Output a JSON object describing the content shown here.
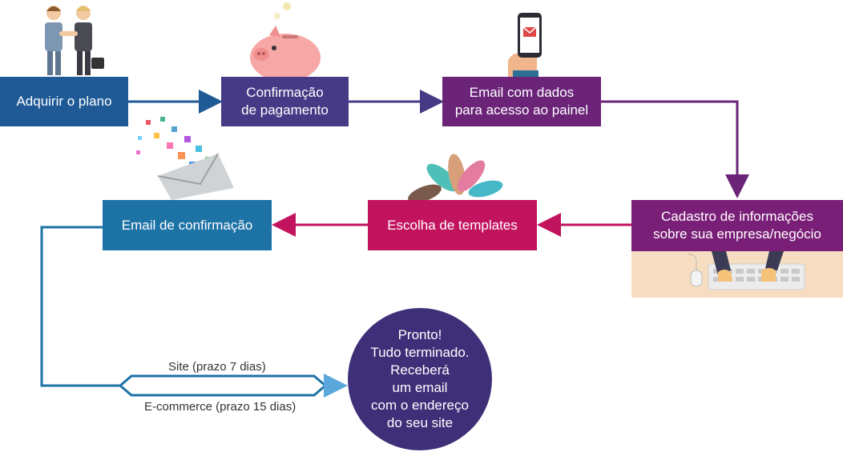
{
  "steps": {
    "adquirir": "Adquirir o  plano",
    "confirmacao_pagamento": "Confirmação\nde pagamento",
    "email_dados": "Email com dados\npara acesso ao painel",
    "cadastro": "Cadastro de informações\nsobre sua empresa/negócio",
    "templates": "Escolha de templates",
    "email_confirmacao": "Email de confirmação"
  },
  "branches": {
    "site": "Site (prazo 7 dias)",
    "ecommerce": "E-commerce (prazo 15 dias)"
  },
  "final": "Pronto!\nTudo  terminado.\nReceberá\num email\ncom o endereço\ndo seu site",
  "colors": {
    "blue_dark": "#1f5a96",
    "indigo": "#463a86",
    "purple": "#6b2478",
    "magenta": "#c2135f",
    "teal_blue": "#1d72a6",
    "final_purple": "#3f2f79"
  },
  "icons": [
    "handshake-illustration",
    "piggy-bank-illustration",
    "smartphone-email-illustration",
    "keyboard-hands-illustration",
    "color-fan-illustration",
    "envelope-icons-illustration"
  ]
}
